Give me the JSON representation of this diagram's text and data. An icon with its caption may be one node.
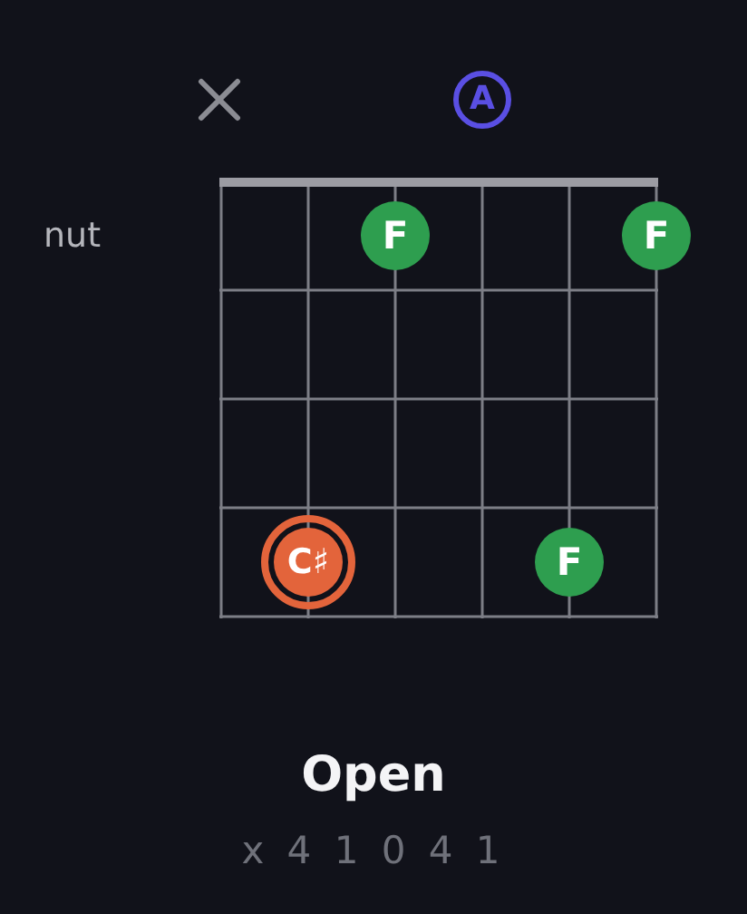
{
  "diagram": {
    "title": "Open",
    "nodes": [
      {
        "text": [
          "A"
        ]
      },
      {
        "text": [
          "F"
        ]
      },
      {
        "text": [
          "F"
        ]
      },
      {
        "text": [
          "C♯"
        ]
      },
      {
        "text": [
          "F"
        ]
      }
    ],
    "labels": [
      "nut",
      "x 4 1 0 4 1"
    ]
  }
}
